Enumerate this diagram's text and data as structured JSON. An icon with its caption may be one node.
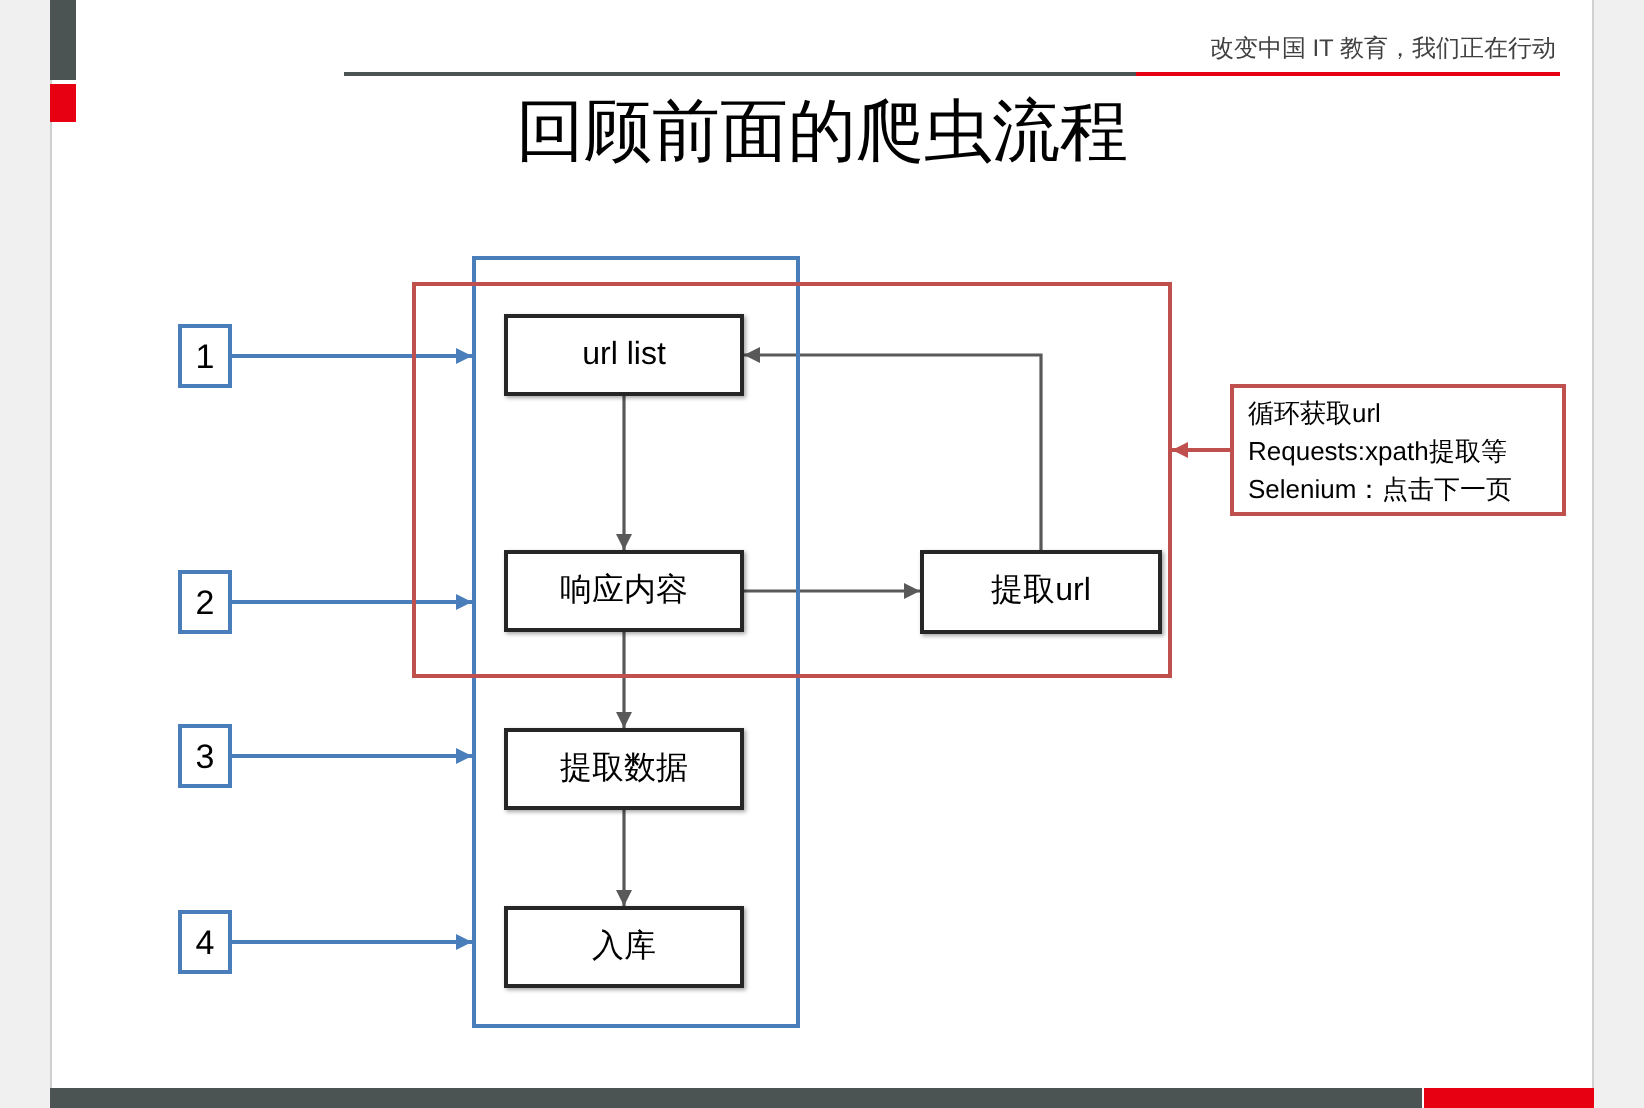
{
  "diagram": {
    "title": "回顾前面的爬虫流程",
    "nodes": [
      {
        "text": [
          "1"
        ]
      },
      {
        "text": [],
        "shape": "box"
      },
      {
        "text": [],
        "shape": "box"
      },
      {
        "text": [
          "url list"
        ]
      },
      {
        "text": [
          "响应内容"
        ]
      },
      {
        "text": [
          "提取url"
        ],
        "in": 2
      },
      {
        "text": [
          "循环获取url",
          "Requests:xpath提取等",
          "Selenium：点击下一页"
        ]
      },
      {
        "text": [
          "2"
        ]
      },
      {
        "text": [
          "提取数据"
        ],
        "in": 1
      },
      {
        "text": [
          "3"
        ]
      },
      {
        "text": [
          "入库"
        ],
        "in": 1
      },
      {
        "text": [
          "4"
        ]
      }
    ],
    "edges": [
      {
        "from": 0,
        "to": 1,
        "arrow": "to",
        "color": "#4a7ebb"
      },
      {
        "from": 3,
        "to": 4,
        "arrow": "to"
      },
      {
        "from": 4,
        "to": 5,
        "arrow": "to"
      },
      {
        "from": 5,
        "to": 3,
        "arrow": "to"
      },
      {
        "from": 6,
        "to": 2,
        "arrow": "to",
        "color": "#c0504d"
      },
      {
        "from": 7,
        "to": 1,
        "arrow": "to",
        "color": "#4a7ebb"
      },
      {
        "from": 4,
        "to": 8,
        "arrow": "to"
      },
      {
        "from": 9,
        "to": 1,
        "arrow": "to",
        "color": "#4a7ebb"
      },
      {
        "from": 8,
        "to": 10,
        "arrow": "to"
      },
      {
        "from": 11,
        "to": 1,
        "arrow": "to",
        "color": "#4a7ebb"
      }
    ],
    "labels": [
      "改变中国 IT 教育，我们正在行动"
    ]
  }
}
